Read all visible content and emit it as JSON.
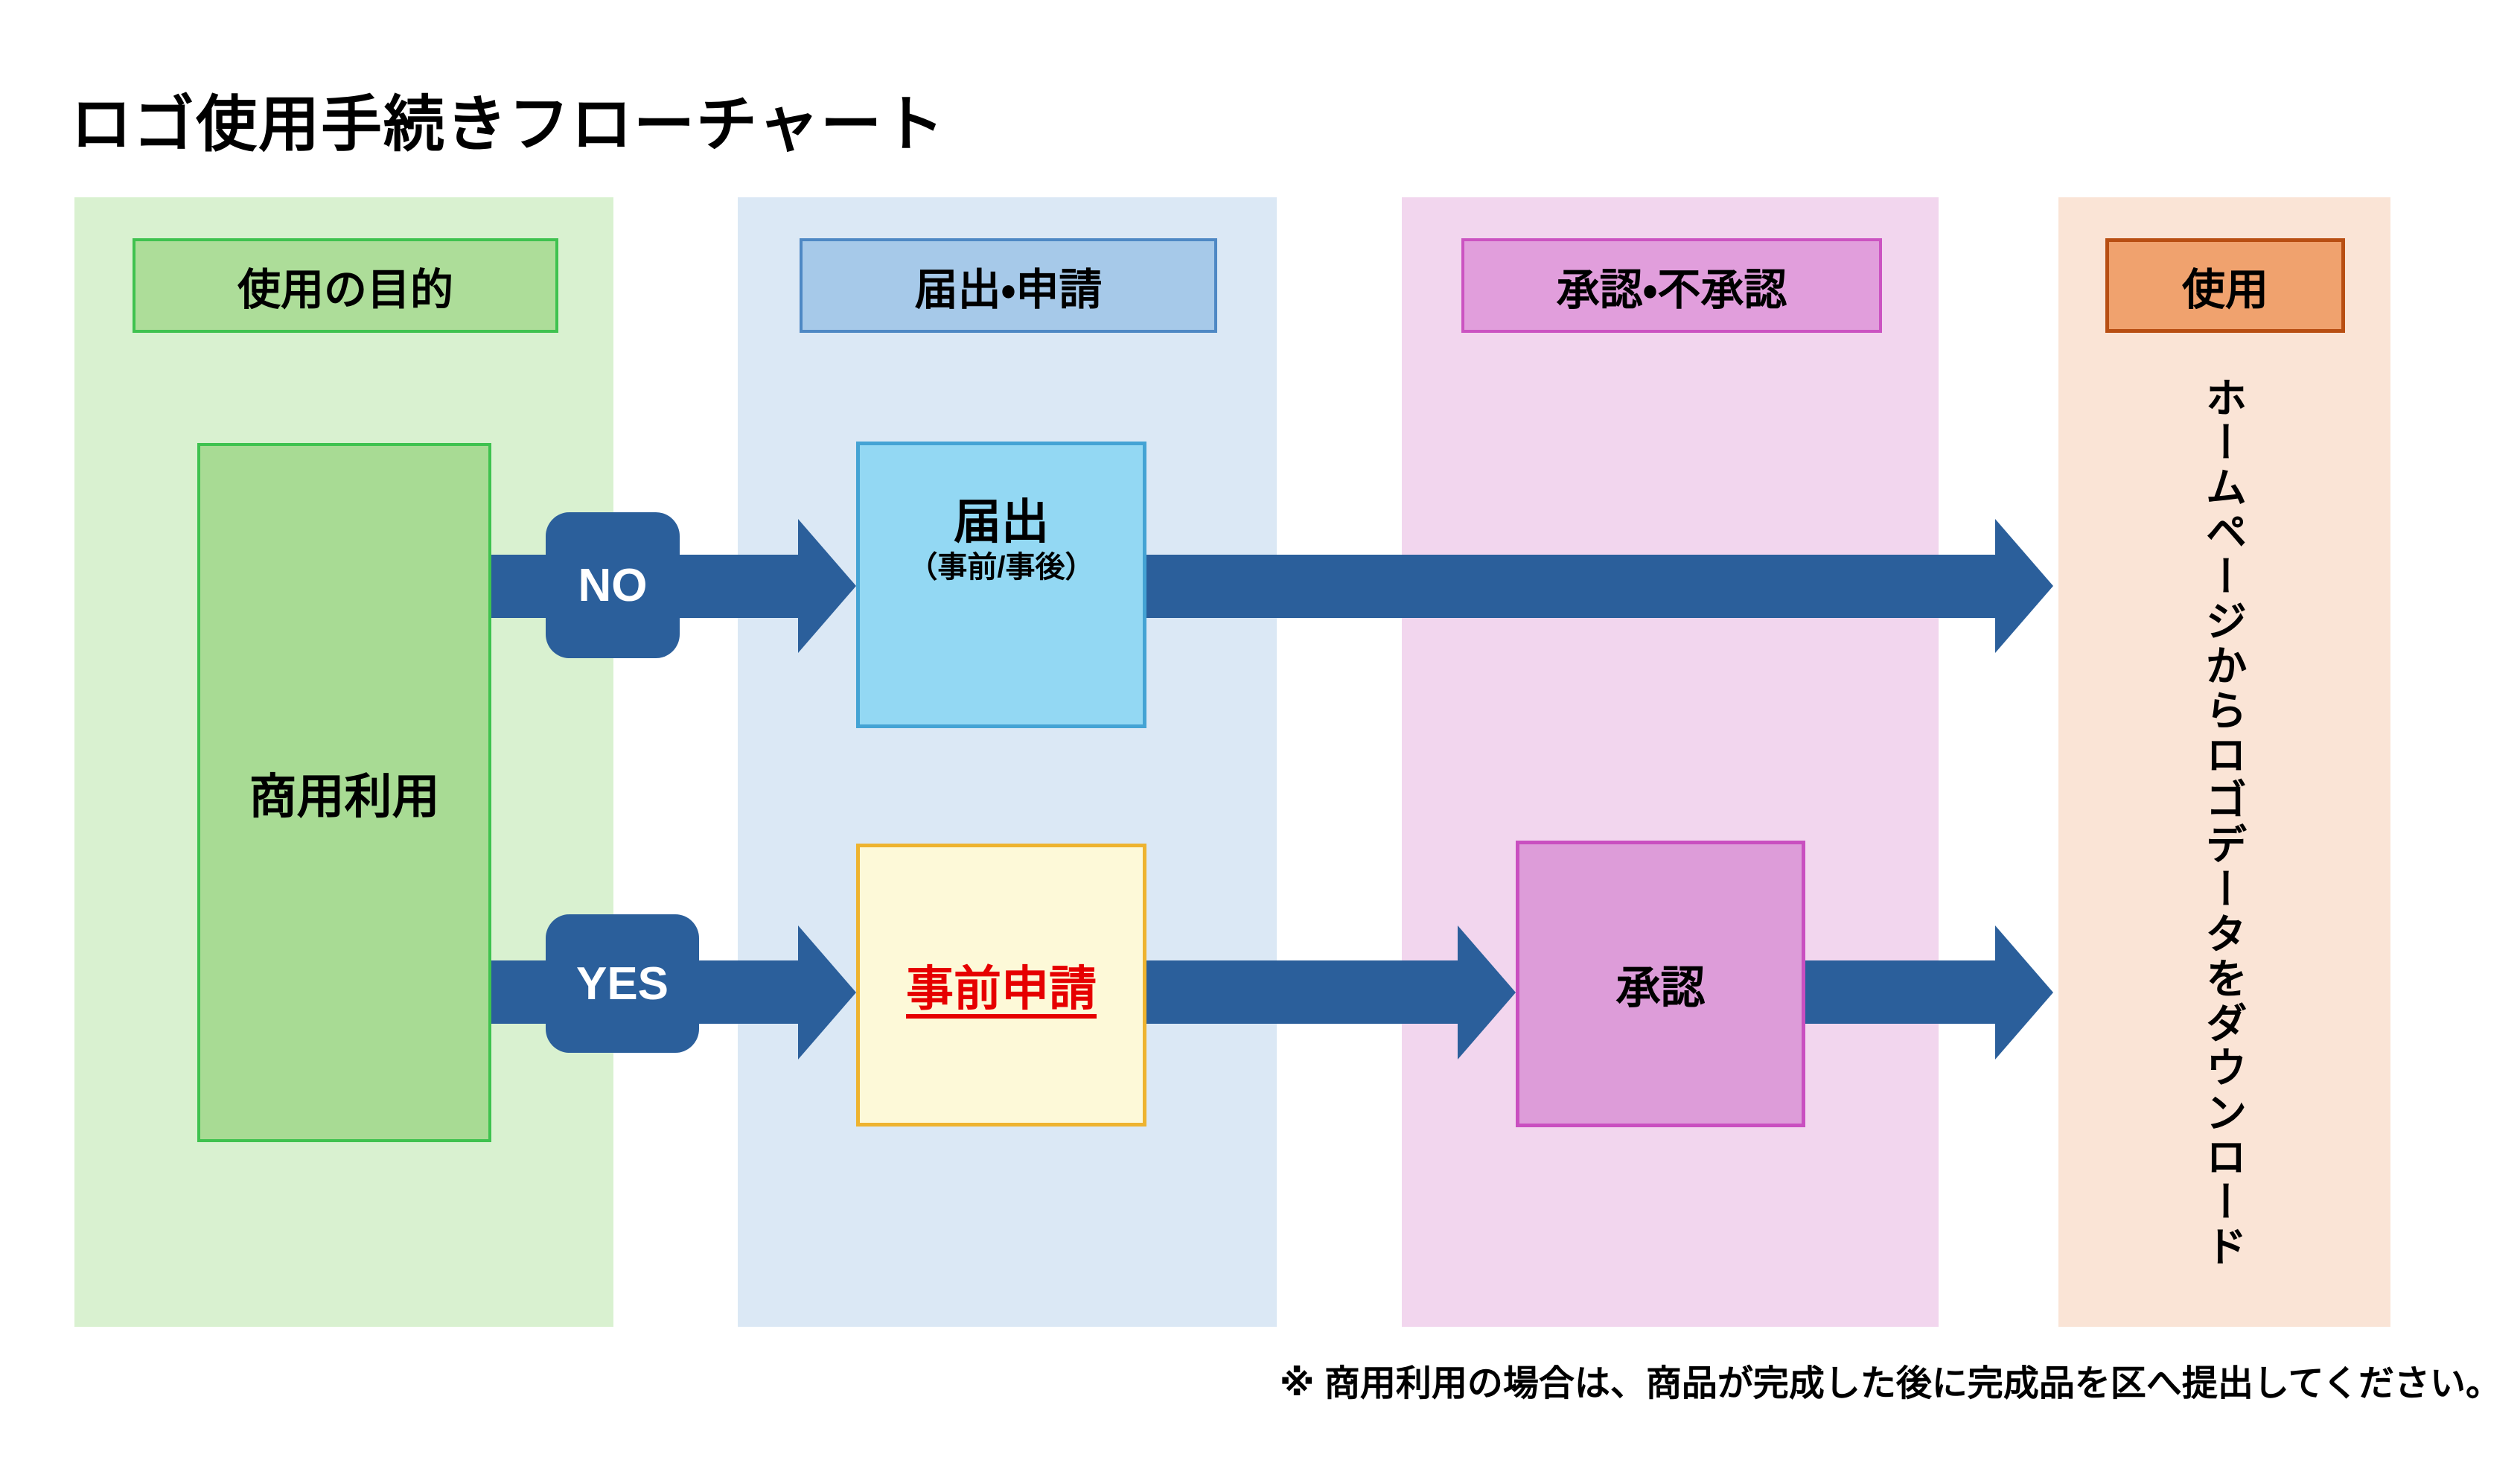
{
  "title": "ロゴ使用手続きフローチャート",
  "columns": {
    "purpose": {
      "header": "使用の目的"
    },
    "application": {
      "header": "届出・申請"
    },
    "approval": {
      "header": "承認・不承認"
    },
    "use": {
      "header": "使用"
    }
  },
  "nodes": {
    "commercial_use": {
      "label": "商用利用"
    },
    "notification": {
      "label": "届出",
      "sublabel": "（事前/事後）"
    },
    "prior_application": {
      "label": "事前申請"
    },
    "approval": {
      "label": "承認"
    },
    "download": {
      "label": "ホームページからロゴデータをダウンロード"
    }
  },
  "branches": {
    "no": "NO",
    "yes": "YES"
  },
  "footnote": "※ 商用利用の場合は、商品が完成した後に完成品を区へ提出してください。",
  "colors": {
    "arrow": "#2b5f9b",
    "green_col": "#d9f1d0",
    "green_hdr": "#addd99",
    "green_border": "#3fc24f",
    "green_box": "#a8db94",
    "blue_col": "#dbe8f5",
    "blue_hdr": "#a6c9e9",
    "blue_hdr_border": "#4e88c4",
    "cyan_box": "#93d8f3",
    "cyan_border": "#44a3d4",
    "pink_col": "#f2d6ee",
    "pink_hdr": "#e19edc",
    "pink_border": "#cb53c1",
    "pink_box": "#dd9cd9",
    "pink_box_border": "#c94fc0",
    "orange_col": "#fae4d6",
    "orange_hdr": "#f0a26e",
    "orange_border": "#b84e12",
    "yellow_box": "#fdf9d8",
    "yellow_border": "#eeb32f",
    "red": "#e60000"
  }
}
